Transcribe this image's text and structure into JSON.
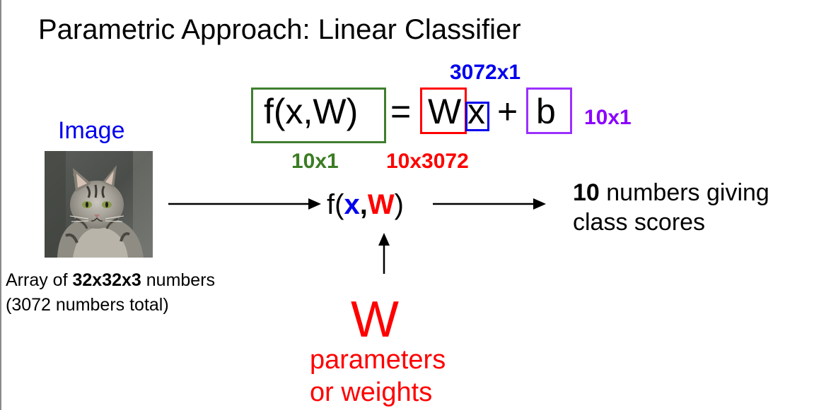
{
  "title": "Parametric Approach: Linear Classifier",
  "equation": {
    "lhs": "f(x,W)",
    "equals": "=",
    "weight": "W",
    "input": "x",
    "plus": "+",
    "bias": "b"
  },
  "dimensions": {
    "input": "3072x1",
    "output": "10x1",
    "weights": "10x3072",
    "bias": "10x1"
  },
  "image_label": "Image",
  "image_description": {
    "prefix": "Array of ",
    "shape": "32x32x3",
    "suffix": " numbers",
    "line2": "(3072 numbers total)"
  },
  "function_node": {
    "open": "f(",
    "x": "x",
    "comma": ",",
    "w": "W",
    "close": ")"
  },
  "output_text": {
    "count": "10",
    "line1_rest": " numbers giving",
    "line2": "class scores"
  },
  "weights_node": {
    "symbol": "W",
    "line1": "parameters",
    "line2": "or weights"
  },
  "colors": {
    "blue": "#0000ee",
    "red": "#ff0000",
    "green": "#3a7d23",
    "purple": "#8b00ff",
    "green_box": "#3f7f2f",
    "red_box": "#ff0000",
    "blue_box": "#0000ee",
    "purple_box": "#9b30ff"
  },
  "icons": {
    "cat": "cat-photo"
  }
}
